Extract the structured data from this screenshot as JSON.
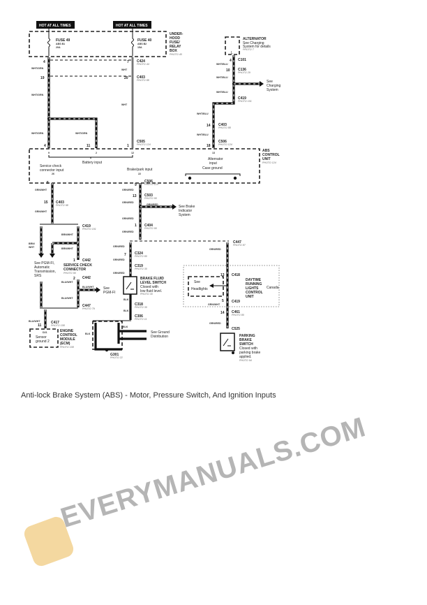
{
  "hot_labels": [
    "HOT AT ALL TIMES",
    "HOT AT ALL TIMES"
  ],
  "fuse_box": {
    "title": [
      "UNDER-",
      "HOOD",
      "FUSE/",
      "RELAY",
      "BOX"
    ],
    "photo": "PHOTO 40"
  },
  "fuses": [
    {
      "name": "FUSE 49",
      "desc": "ABS B1",
      "rating": "20A"
    },
    {
      "name": "FUSE 40",
      "desc": "ABS B2",
      "rating": "15A"
    }
  ],
  "alternator": {
    "title": "ALTERNATOR",
    "desc": [
      "See Charging",
      "System for details"
    ],
    "photo": "PHOTO 7",
    "pin": "L"
  },
  "connectors": {
    "c424": {
      "name": "C424",
      "pin": "7",
      "photo": "PHOTO 44",
      "pin_left": "4"
    },
    "c403a": {
      "name": "C403",
      "pin": "20",
      "photo": "PHOTO 88",
      "pin_left": "19"
    },
    "c505": {
      "name": "C505",
      "photo": "PHOTO 124",
      "pins": [
        "4",
        "11",
        "1"
      ]
    },
    "c101": {
      "name": "C101",
      "pin": "4"
    },
    "c136": {
      "name": "C136",
      "pin": "10",
      "photo": "PHOTO 29"
    },
    "c419a": {
      "name": "C419",
      "photo": "PHOTO 101"
    },
    "c403b": {
      "name": "C403",
      "pin": "14",
      "photo": "PHOTO 88"
    },
    "c506a": {
      "name": "C506",
      "pin": "18",
      "photo": "PHOTO 124"
    },
    "c506b": {
      "name": "C506",
      "pin": "9",
      "photo": "PHOTO 124"
    },
    "c503": {
      "name": "C503",
      "pin": "13",
      "photo": "PHOTO 90"
    },
    "c404": {
      "name": "C404",
      "pin": "1",
      "photo": "PHOTO 90"
    },
    "c403c": {
      "name": "C403",
      "pin": "15",
      "photo": "PHOTO 98",
      "pin_top": "5"
    },
    "c419b": {
      "name": "C419",
      "photo": "PHOTO 101"
    },
    "c442a": {
      "name": "C442",
      "pin": "1"
    },
    "c442b": {
      "name": "C442",
      "pin": "2"
    },
    "c447a": {
      "name": "C447",
      "photo": "PHOTO 79"
    },
    "c417": {
      "name": "C417",
      "pin": "11",
      "photo": "PHOTO 108"
    },
    "c447b": {
      "name": "C447",
      "photo": "PHOTO 87"
    },
    "c324": {
      "name": "C324",
      "pin": "7",
      "photo": "PHOTO 80"
    },
    "c319": {
      "name": "C319",
      "photo": "PHOTO 30"
    },
    "c318": {
      "name": "C318",
      "photo": "PHOTO 30"
    },
    "c306": {
      "name": "C306",
      "photo": "PHOTO 11"
    },
    "c418": {
      "name": "C418",
      "pin": "13"
    },
    "c419c": {
      "name": "C419",
      "pin": "5"
    },
    "c461": {
      "name": "C461",
      "pin": "14",
      "photo": "PHOTO 80"
    },
    "c525": {
      "name": "C525"
    },
    "g301": {
      "name": "G301",
      "photo": "PHOTO 22"
    }
  },
  "wires": {
    "wht_grn": "WHT/GRN",
    "wht": "WHT",
    "wht_blu": "WHT/BLU",
    "grn_wht": "GRN/WHT",
    "grn_red": "GRN/RED",
    "brn_wht": "BRN/WHT",
    "blu_wht": "BLU/WHT",
    "blk": "BLK",
    "brn": "BRN/",
    "wht2": "WHT"
  },
  "abs_unit": {
    "title": [
      "ABS",
      "CONTROL",
      "UNIT"
    ],
    "photo": "PHOTO 124",
    "pins": [
      "9",
      "2",
      "12",
      "13",
      "26",
      "22"
    ],
    "battery_input": "Battery input",
    "alternator_input": [
      "Alternator",
      "input"
    ],
    "service_check": [
      "Service check",
      "connector input"
    ],
    "brake_park": "Brake/park input",
    "case_ground": "Case ground"
  },
  "refs": {
    "charging": [
      "See",
      "Charging",
      "System"
    ],
    "brake_indicator": [
      "See Brake",
      "Indicator",
      "System"
    ],
    "pgm_fi_auto": [
      "See PGM-FI,",
      "Automatic",
      "Transmission,",
      "SRS"
    ],
    "pgm_fi": [
      "See",
      "PGM-FI"
    ],
    "ground_dist": [
      "See Ground",
      "Distribution"
    ],
    "headlights": [
      "See",
      "Headlights"
    ],
    "canada": "Canada"
  },
  "service_check_connector": [
    "SERVICE CHECK",
    "CONNECTOR"
  ],
  "service_photo": "PHOTO 90",
  "ecm": {
    "title": [
      "ENGINE",
      "CONTROL",
      "MODULE",
      "(ECM)"
    ],
    "photo": "PHOTO 108",
    "pin": "D21",
    "desc": [
      "Sensor",
      "ground 2"
    ]
  },
  "brake_fluid": {
    "title": [
      "BRAKE FLUID",
      "LEVEL SWITCH"
    ],
    "desc": [
      "Closed with",
      "low fluid level."
    ],
    "photo": "PHOTO 30"
  },
  "drl": {
    "title": [
      "DAYTIME",
      "RUNNING",
      "LIGHTS",
      "CONTROL",
      "UNIT"
    ]
  },
  "parking_brake": {
    "title": [
      "PARKING",
      "BRAKE",
      "SWITCH"
    ],
    "desc": [
      "Closed with",
      "parking brake",
      "applied."
    ],
    "photo": "PHOTO 94"
  },
  "watermark": "EVERYMANUALS.COM",
  "caption": "Anti-lock Brake System (ABS) - Motor, Pressure Switch, And Ignition Inputs"
}
